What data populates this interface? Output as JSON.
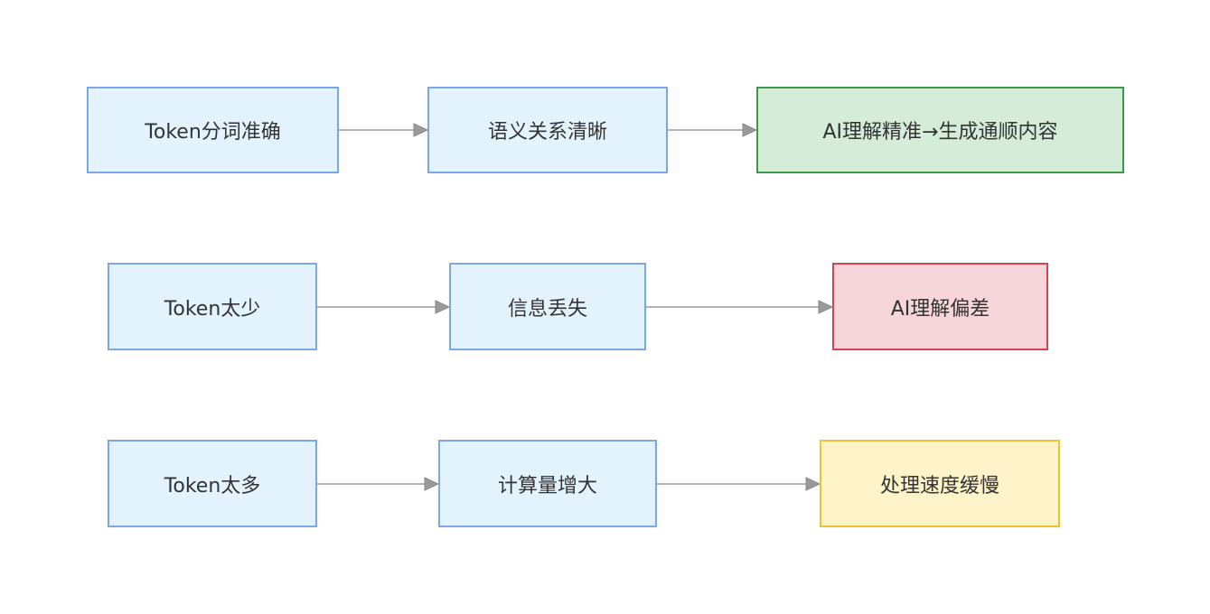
{
  "diagram": {
    "rows": [
      {
        "nodes": [
          {
            "label": "Token分词准确",
            "style": "default"
          },
          {
            "label": "语义关系清晰",
            "style": "default"
          },
          {
            "label": "AI理解精准→生成通顺内容",
            "style": "success"
          }
        ]
      },
      {
        "nodes": [
          {
            "label": "Token太少",
            "style": "default"
          },
          {
            "label": "信息丢失",
            "style": "default"
          },
          {
            "label": "AI理解偏差",
            "style": "error"
          }
        ]
      },
      {
        "nodes": [
          {
            "label": "Token太多",
            "style": "default"
          },
          {
            "label": "计算量增大",
            "style": "default"
          },
          {
            "label": "处理速度缓慢",
            "style": "warn"
          }
        ]
      }
    ],
    "colors": {
      "default_fill": "#e3f3fd",
      "default_border": "#7aa8e6",
      "success_fill": "#d4ecd8",
      "success_border": "#3a9a47",
      "error_fill": "#f6d6da",
      "error_border": "#d9434f",
      "warn_fill": "#fff3c9",
      "warn_border": "#f2c12e",
      "edge": "#9a9a9a"
    }
  }
}
